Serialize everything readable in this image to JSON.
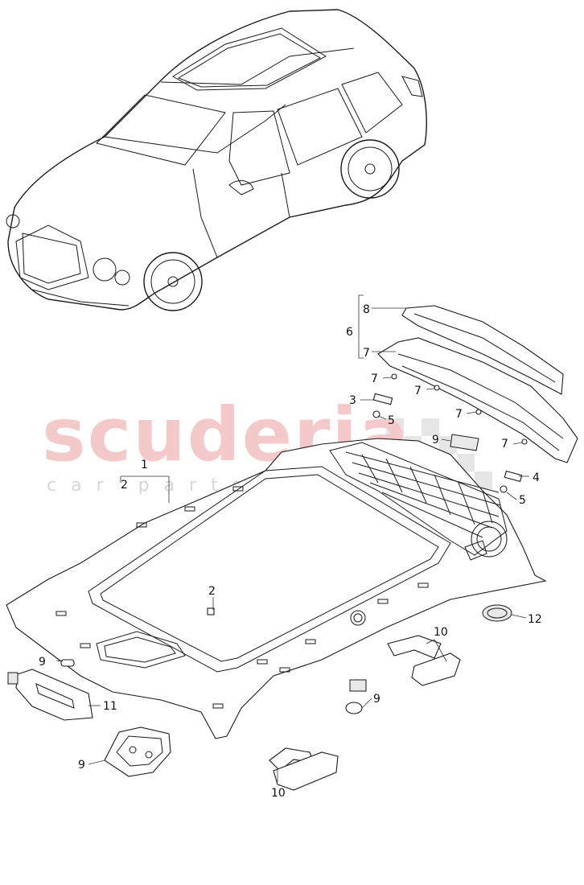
{
  "watermark": {
    "brand": "scuderia",
    "sub": "car parts"
  },
  "callouts": {
    "c1": "1",
    "c2a": "2",
    "c2b": "2",
    "c3": "3",
    "c4": "4",
    "c5a": "5",
    "c5b": "5",
    "c6": "6",
    "c7a": "7",
    "c7b": "7",
    "c7c": "7",
    "c7d": "7",
    "c7e": "7",
    "c8": "8",
    "c9a": "9",
    "c9b": "9",
    "c9c": "9",
    "c9d": "9",
    "c10a": "10",
    "c10b": "10",
    "c11": "11",
    "c12": "12"
  }
}
